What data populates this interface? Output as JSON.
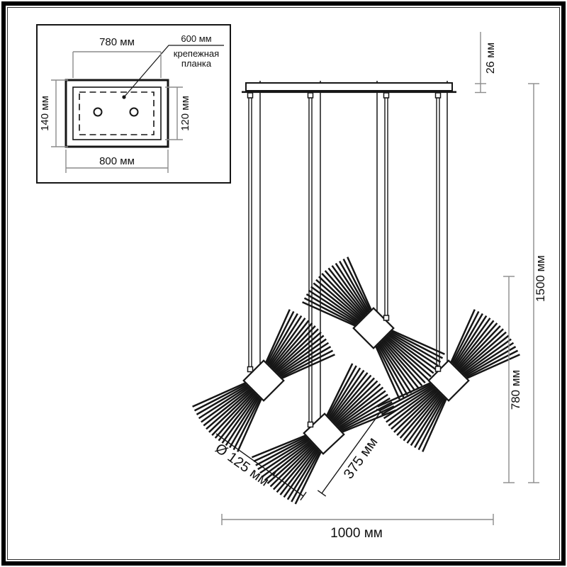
{
  "inset": {
    "dim_top": "780 мм",
    "dim_bottom": "800 мм",
    "dim_left": "140 мм",
    "dim_right": "120 мм",
    "callout_value": "600 мм",
    "callout_label_1": "крепежная",
    "callout_label_2": "планка"
  },
  "fixture": {
    "dim_canopy_height": "26 мм",
    "dim_total_drop": "1500 мм",
    "dim_lower_drop": "780 мм",
    "dim_shade_diameter": "Ø 125 мм",
    "dim_shade_length": "375 мм",
    "dim_canopy_width": "1000 мм"
  },
  "colors": {
    "line": "#161616",
    "dim_line": "#8c8c8c",
    "background": "#ffffff"
  }
}
